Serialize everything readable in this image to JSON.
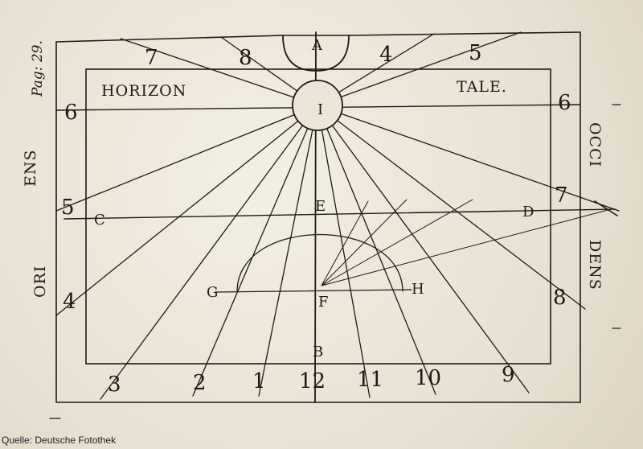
{
  "page_label": "Pag: 29.",
  "title_left": "HORIZON",
  "title_right": "TALE.",
  "side_left_top": "ENS",
  "side_left_bottom": "ORI",
  "side_right_top": "OCCI",
  "side_right_bottom": "DENS",
  "points": {
    "A": "A",
    "B": "B",
    "C": "C",
    "D": "D",
    "E": "E",
    "F": "F",
    "G": "G",
    "H": "H",
    "I": "I"
  },
  "hours": {
    "top_7": "7",
    "top_8": "8",
    "top_4": "4",
    "top_5": "5",
    "left_6": "6",
    "left_5": "5",
    "left_4": "4",
    "right_6": "6",
    "right_7": "7",
    "right_8": "8",
    "bottom_3": "3",
    "bottom_2": "2",
    "bottom_1": "1",
    "bottom_12": "12",
    "bottom_11": "11",
    "bottom_10": "10",
    "bottom_9": "9"
  },
  "source_credit": "Quelle: Deutsche Fotothek",
  "colors": {
    "ink": "#1e1a16",
    "paper": "#ece6d8"
  }
}
